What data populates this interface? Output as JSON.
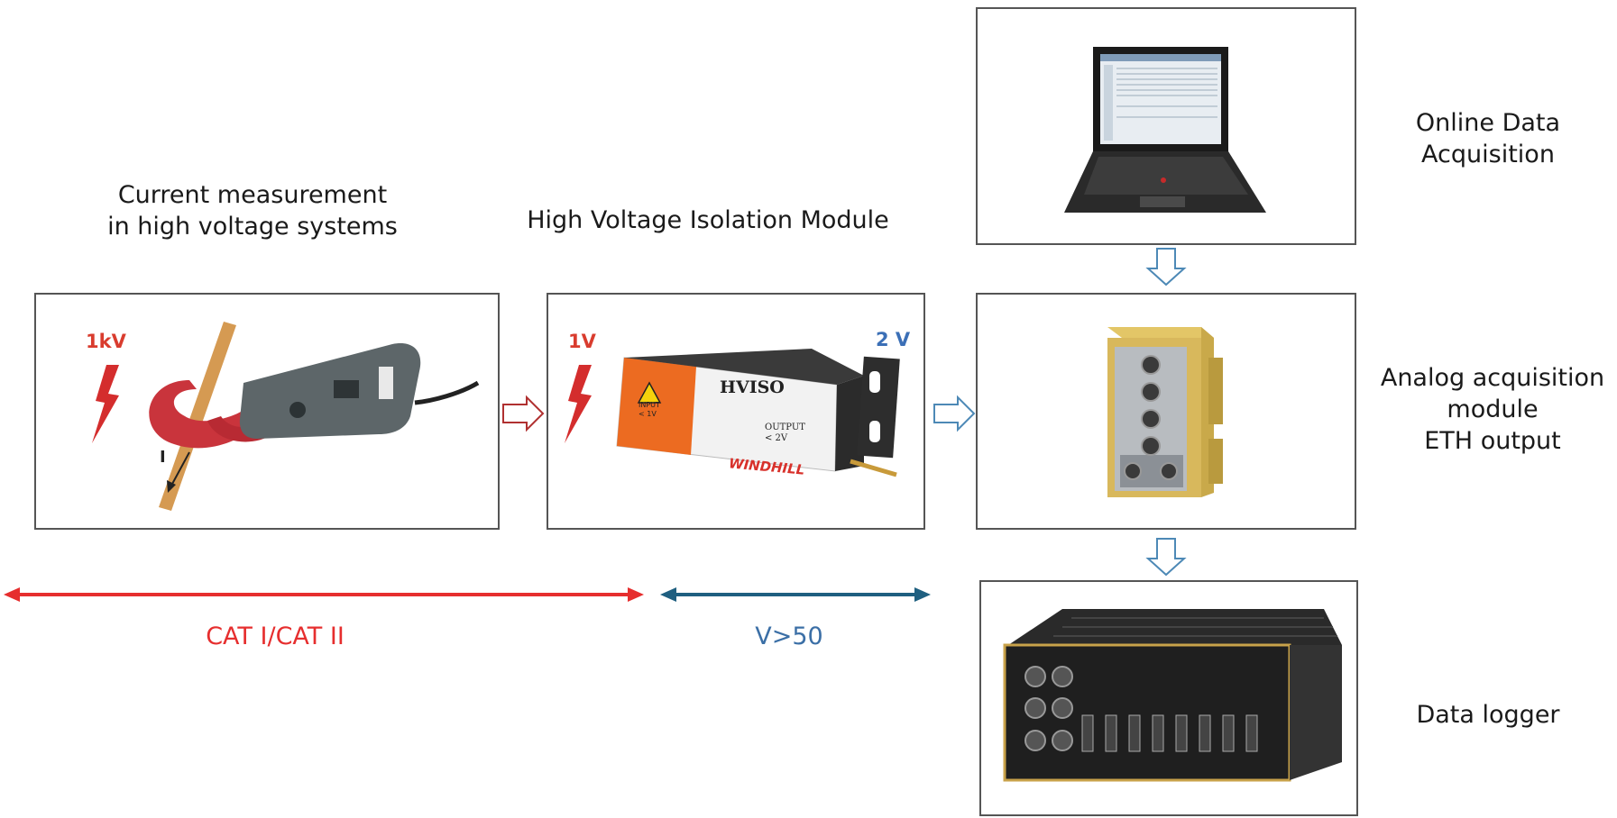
{
  "captions": {
    "clamp": "Current measurement\nin high voltage systems",
    "isolation": "High Voltage Isolation Module"
  },
  "clamp_box": {
    "voltage": "1kV",
    "current_symbol": "I"
  },
  "isolation_box": {
    "voltage_in": "1V",
    "voltage_out": "2 V",
    "device_name": "HVISO",
    "input_text": "INPUT\n< 1V",
    "output_text": "OUTPUT\n< 2V",
    "brand": "WINDHILL"
  },
  "right_labels": {
    "laptop": "Online Data\nAcquisition",
    "module": "Analog acquisition\nmodule\nETH output",
    "logger": "Data logger"
  },
  "spans": {
    "cat": "CAT I/CAT II",
    "volt": "V>50"
  },
  "colors": {
    "red": "#e62e2e",
    "blue": "#3b6fb6",
    "teal_arrow": "#1f5f80",
    "hollow_arrow_red": "#b03030",
    "hollow_arrow_blue": "#4d89b6"
  }
}
